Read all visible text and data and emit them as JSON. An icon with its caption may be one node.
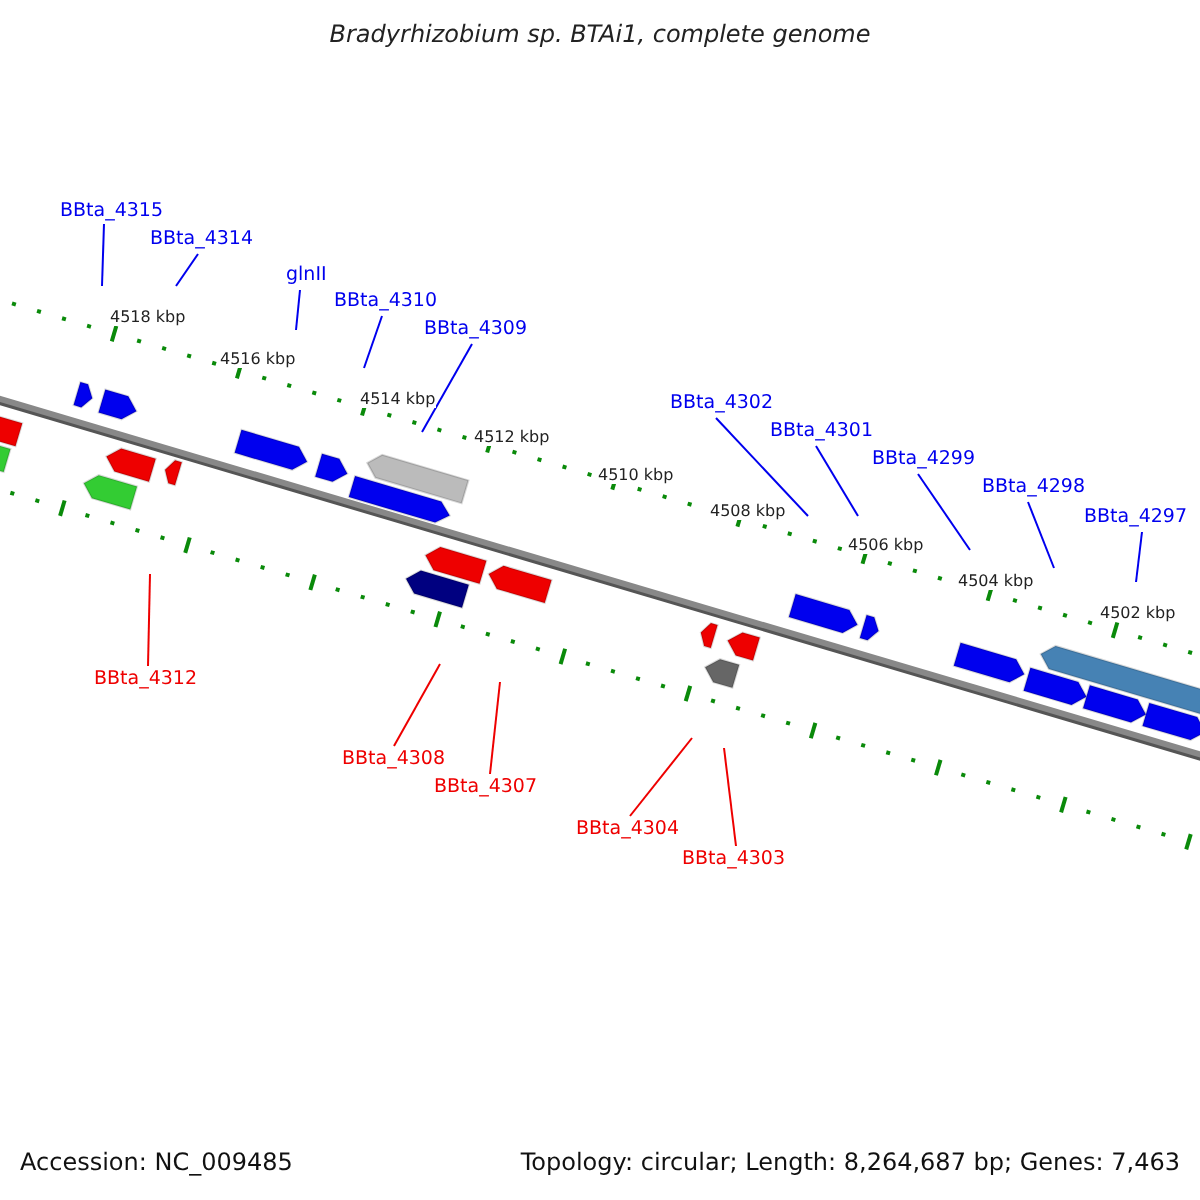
{
  "diagram": {
    "title": "Bradyrhizobium sp. BTAi1, complete genome",
    "nodes": [
      {
        "text": [
          "BBta_4315"
        ]
      },
      {
        "text": [
          "BBta_4314"
        ]
      },
      {
        "text": [
          "glnII"
        ]
      },
      {
        "text": [
          "BBta_4310"
        ]
      },
      {
        "text": [
          "BBta_4309"
        ]
      },
      {
        "text": [
          "BBta_4302"
        ]
      },
      {
        "text": [
          "BBta_4301"
        ]
      },
      {
        "text": [
          "BBta_4299"
        ]
      },
      {
        "text": [
          "BBta_4298"
        ]
      },
      {
        "text": [
          "BBta_4297"
        ]
      },
      {
        "text": [
          "BBta_4312"
        ]
      },
      {
        "text": [
          "BBta_4308"
        ]
      },
      {
        "text": [
          "BBta_4307"
        ]
      },
      {
        "text": [
          "BBta_4304"
        ]
      },
      {
        "text": [
          "BBta_4303"
        ]
      }
    ],
    "edges": [
      {
        "from": 0,
        "to": null,
        "arrow": "none"
      },
      {
        "from": 1,
        "to": null,
        "arrow": "none"
      },
      {
        "from": 2,
        "to": null,
        "arrow": "none"
      },
      {
        "from": 3,
        "to": null,
        "arrow": "none"
      },
      {
        "from": 4,
        "to": null,
        "arrow": "none"
      },
      {
        "from": 5,
        "to": null,
        "arrow": "none"
      },
      {
        "from": 6,
        "to": null,
        "arrow": "none"
      },
      {
        "from": 7,
        "to": null,
        "arrow": "none"
      },
      {
        "from": 8,
        "to": null,
        "arrow": "none"
      },
      {
        "from": 9,
        "to": null,
        "arrow": "none"
      },
      {
        "from": 10,
        "to": null,
        "arrow": "none",
        "color": "#ee0000"
      },
      {
        "from": 11,
        "to": null,
        "arrow": "none",
        "color": "#ee0000"
      },
      {
        "from": 12,
        "to": null,
        "arrow": "none",
        "color": "#ee0000"
      },
      {
        "from": 13,
        "to": null,
        "arrow": "none",
        "color": "#ee0000"
      },
      {
        "from": 14,
        "to": null,
        "arrow": "none",
        "color": "#ee0000"
      }
    ],
    "labels": [
      "4518 kbp",
      "4516 kbp",
      "4514 kbp",
      "4512 kbp",
      "4510 kbp",
      "4508 kbp",
      "4506 kbp",
      "4504 kbp",
      "4502 kbp",
      "Accession: NC_009485",
      "Topology: circular; Length: 8,264,687 bp; Genes: 7,463"
    ]
  }
}
